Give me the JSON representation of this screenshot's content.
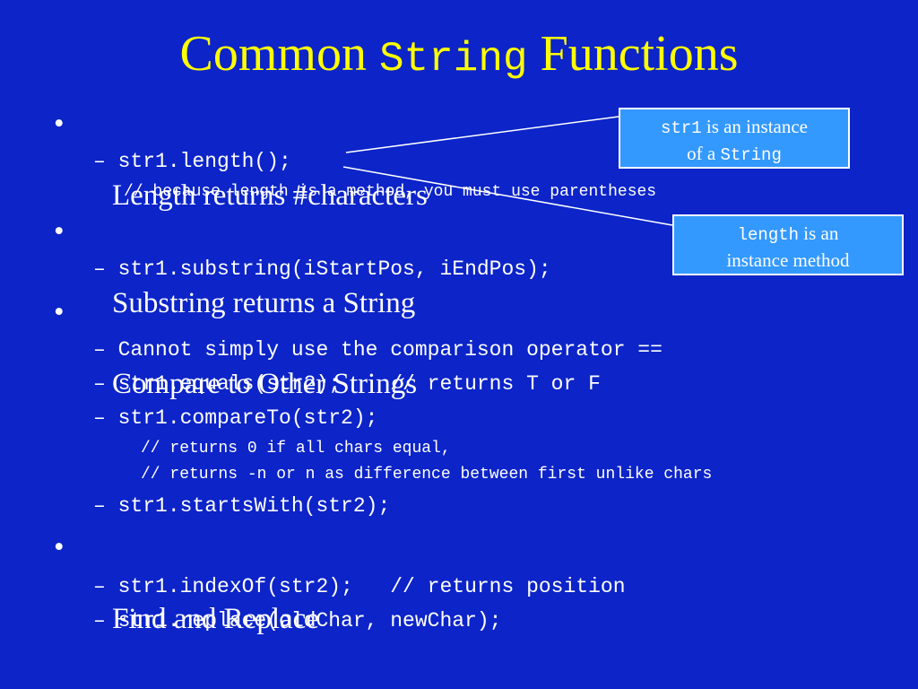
{
  "slide": {
    "title_pre": "Common ",
    "title_code": "String",
    "title_post": " Functions"
  },
  "bullets": {
    "length": {
      "label": "Length returns #characters",
      "code": "– str1.length();",
      "note": "// because length is a method, you must use parentheses"
    },
    "substring": {
      "label": "Substring returns a String",
      "code": "– str1.substring(iStartPos, iEndPos);"
    },
    "compare": {
      "label": "Compare to Other Strings",
      "items": [
        "– Cannot simply use the comparison operator ==",
        "– str1.equals(str2);    // returns T or F",
        "– str1.compareTo(str2);"
      ],
      "notes": [
        "// returns 0 if all chars equal,",
        "// returns -n or n as difference between first unlike chars"
      ],
      "last": "– str1.startsWith(str2);"
    },
    "find": {
      "label": "Find and Replace",
      "items": [
        "– str1.indexOf(str2);   // returns position",
        "– str1.replace(oldChar, newChar);"
      ]
    }
  },
  "callouts": {
    "str1": {
      "code": "str1",
      "text1": " is an instance",
      "text2": "of a ",
      "code2": "String"
    },
    "length": {
      "code": "length",
      "text1": " is an",
      "text2": "instance method"
    }
  },
  "glyphs": {
    "bullet": "•"
  },
  "colors": {
    "background": "#0c24c8",
    "title": "#ffff00",
    "text": "#ffffff",
    "callout_fill": "#3399ff"
  }
}
